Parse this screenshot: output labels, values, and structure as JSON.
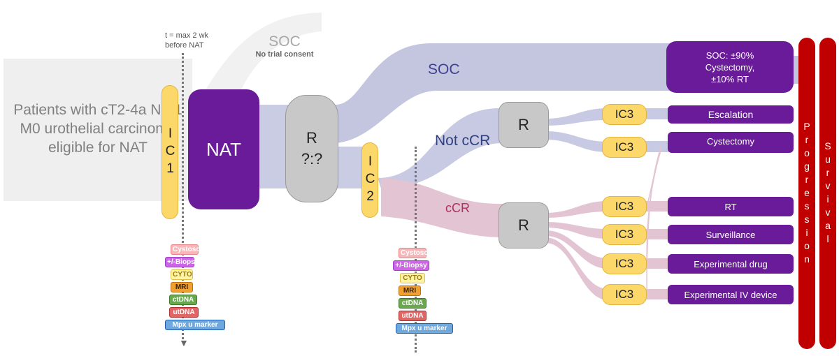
{
  "colors": {
    "soc_flow": "#c3c6de",
    "not_ccr_flow": "#c7cae2",
    "ccr_flow": "#e2c4d2",
    "patients_flow": "#efefef",
    "nat_box": "#6a1b9a",
    "ic_pill": "#fcd76a",
    "progression_bar": "#c00000"
  },
  "labels": {
    "patients": "Patients with cT2-4a N0-1 M0 urothelial carcinoma eligible for NAT",
    "timing_note_line1": "t = max 2 wk",
    "timing_note_line2": "before NAT",
    "soc_consent_title": "SOC",
    "soc_consent_sub": "No trial consent",
    "ic1": "IC1",
    "nat": "NAT",
    "random1_line1": "R",
    "random1_line2": "?:?",
    "ic2": "IC2",
    "soc_flow": "SOC",
    "not_ccr": "Not cCR",
    "ccr": "cCR",
    "random_not_ccr": "R",
    "random_ccr": "R",
    "progression": "Progression",
    "survival": "Survival"
  },
  "soc_box": {
    "line1": "SOC: ±90%",
    "line2": "Cystectomy,",
    "line3": "±10% RT"
  },
  "ic3_label": "IC3",
  "outcomes": {
    "escalation": "Escalation",
    "cystectomy": "Cystectomy",
    "rt": "RT",
    "surveillance": "Surveillance",
    "experimental_drug": "Experimental drug",
    "experimental_iv": "Experimental IV device"
  },
  "tests": [
    {
      "name": "cystosc-tag",
      "label": "Cystosc",
      "bg": "#f7b6b9",
      "fg": "#ffffff",
      "border": "#e8868a"
    },
    {
      "name": "biopsy-tag",
      "label": "+/-Biopsy",
      "bg": "#cc66e6",
      "fg": "#ffffff",
      "border": "#a040c0"
    },
    {
      "name": "cyto-tag",
      "label": "CYTO",
      "bg": "#fff3a8",
      "fg": "#9a7a00",
      "border": "#e0c040"
    },
    {
      "name": "mri-tag",
      "label": "MRI",
      "bg": "#f0a030",
      "fg": "#3a2000",
      "border": "#c07010"
    },
    {
      "name": "ctdna-tag",
      "label": "ctDNA",
      "bg": "#6aa84f",
      "fg": "#ffffff",
      "border": "#3f7a2a"
    },
    {
      "name": "utdna-tag",
      "label": "utDNA",
      "bg": "#e06666",
      "fg": "#ffffff",
      "border": "#b03030"
    },
    {
      "name": "mpx-marker-tag",
      "label": "Mpx u marker",
      "bg": "#6fa8dc",
      "fg": "#ffffff",
      "border": "#2060b0"
    }
  ]
}
